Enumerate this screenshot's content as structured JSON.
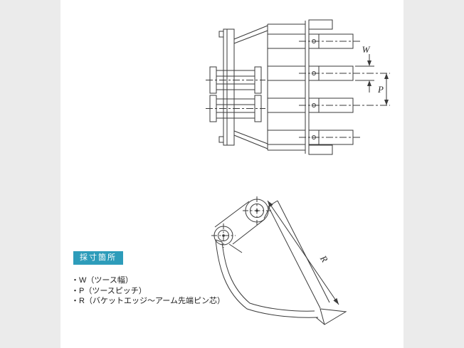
{
  "colors": {
    "background": "#ebebeb",
    "panel": "#ffffff",
    "line": "#3a3a3a",
    "legend_bg": "#2d9cba",
    "legend_text": "#ffffff",
    "text": "#1b1b1b"
  },
  "legend": {
    "title": "採寸箇所",
    "items": [
      "・W（ツース幅）",
      "・P（ツースピッチ）",
      "・R（バケットエッジ～アーム先端ピン芯）"
    ]
  },
  "labels": {
    "width": "W",
    "pitch": "P",
    "radius": "R"
  }
}
